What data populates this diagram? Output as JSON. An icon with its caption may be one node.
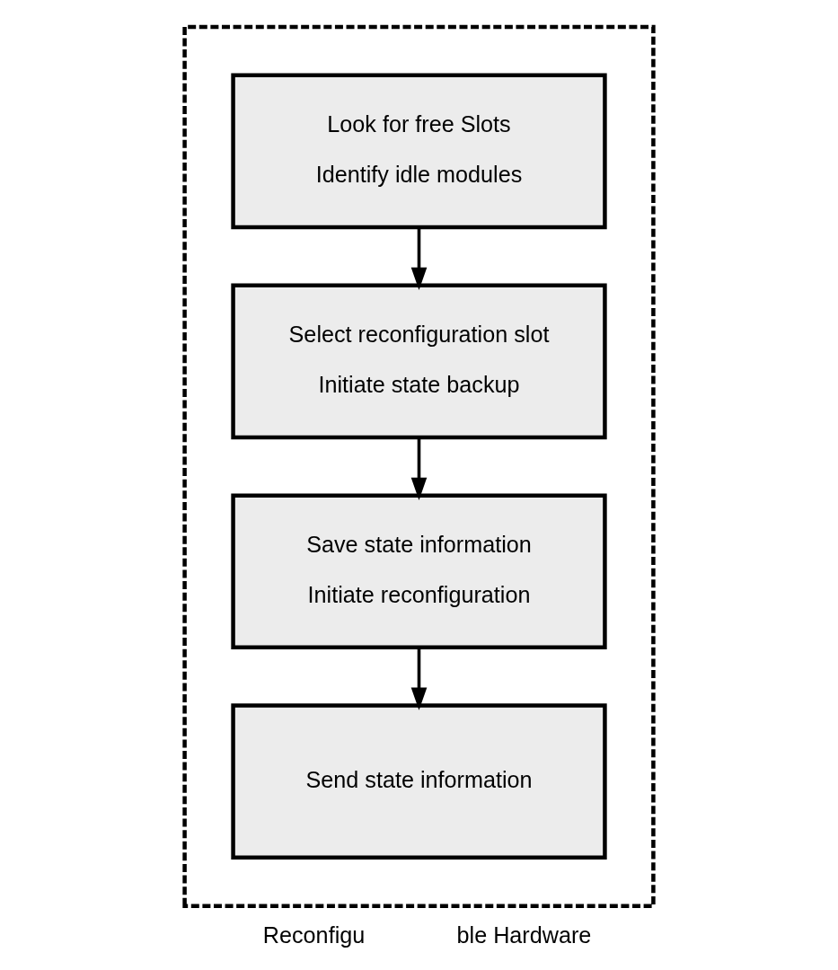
{
  "diagram": {
    "nodes": [
      {
        "text": [],
        "shape": "box"
      },
      {
        "text": [
          "Look for free Slots",
          "Identify idle modules"
        ],
        "in": 0
      },
      {
        "text": [
          "Select reconfiguration slot",
          "Initiate state backup"
        ],
        "in": 0
      },
      {
        "text": [
          "Save state information",
          "Initiate reconfiguration"
        ],
        "in": 0
      },
      {
        "text": [
          "Send state information"
        ],
        "in": 0
      }
    ],
    "edges": [
      {
        "from": 1,
        "to": 2,
        "arrow": "to"
      },
      {
        "from": 2,
        "to": 3,
        "arrow": "to"
      },
      {
        "from": 3,
        "to": 4,
        "arrow": "to"
      }
    ],
    "labels": [
      "Reconfigu",
      "ble Hardware"
    ]
  }
}
